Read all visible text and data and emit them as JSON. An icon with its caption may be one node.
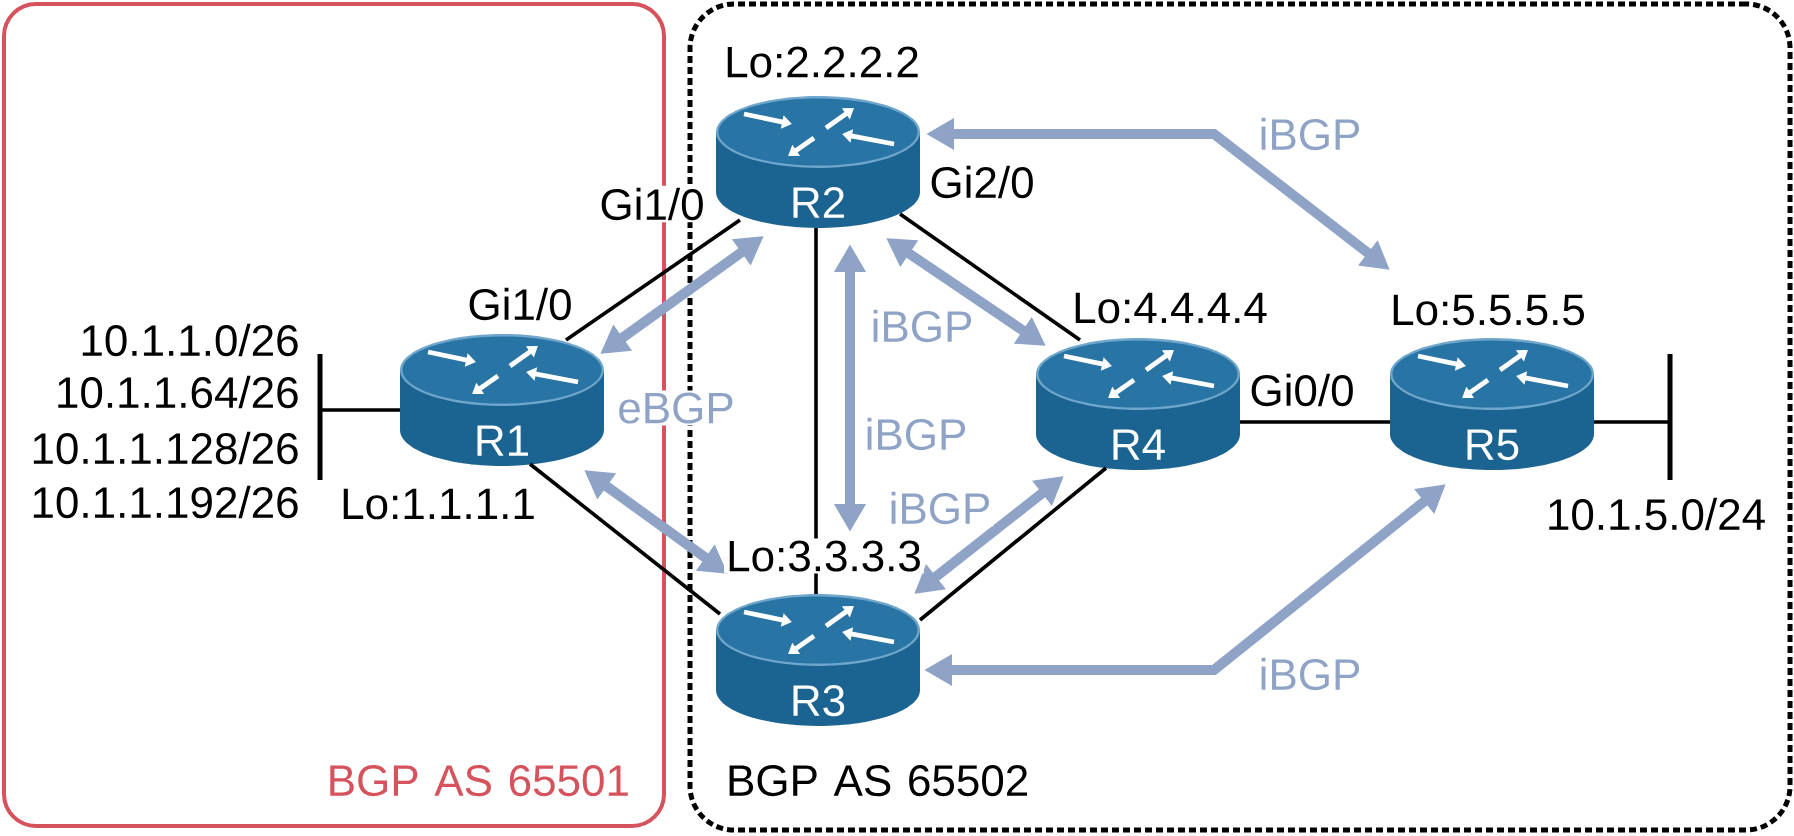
{
  "diagram": {
    "nodes": [
      {
        "text": [
          "BGP AS 65501"
        ]
      },
      {
        "text": [],
        "shape": "bar",
        "in": 0,
        "beside": [
          "10.1.1.0/26",
          "10.1.1.64/26",
          "10.1.1.128/26",
          "10.1.1.192/26"
        ]
      },
      {
        "text": [
          "R1"
        ],
        "in": 0,
        "beside": [
          "Gi1/0",
          "Lo:1.1.1.1"
        ]
      },
      {
        "text": [
          "BGP AS 65502"
        ]
      },
      {
        "text": [
          "R2"
        ],
        "in": 3,
        "beside": [
          "Lo:2.2.2.2",
          "Gi1/0",
          "Gi2/0"
        ]
      },
      {
        "text": [
          "R3"
        ],
        "in": 3,
        "beside": [
          "Lo:3.3.3.3"
        ]
      },
      {
        "text": [
          "R4"
        ],
        "in": 3,
        "beside": [
          "Lo:4.4.4.4",
          "Gi0/0"
        ]
      },
      {
        "text": [
          "R5"
        ],
        "in": 3,
        "beside": [
          "Lo:5.5.5.5"
        ]
      },
      {
        "text": [],
        "shape": "bar",
        "in": 3,
        "beside": [
          "10.1.5.0/24"
        ]
      }
    ],
    "edges": [
      {
        "from": 2,
        "to": 1,
        "arrow": "none"
      },
      {
        "from": 2,
        "to": 4,
        "arrow": "none"
      },
      {
        "from": 2,
        "to": 5,
        "arrow": "none"
      },
      {
        "from": 4,
        "to": 5,
        "arrow": "none"
      },
      {
        "from": 4,
        "to": 6,
        "arrow": "none"
      },
      {
        "from": 5,
        "to": 6,
        "arrow": "none"
      },
      {
        "from": 6,
        "to": 7,
        "arrow": "none"
      },
      {
        "from": 7,
        "to": 8,
        "arrow": "none"
      },
      {
        "from": 2,
        "to": 4,
        "arrow": "both",
        "style": "thick",
        "color": "#8ea3c6"
      },
      {
        "from": 2,
        "to": 5,
        "arrow": "both",
        "style": "thick",
        "color": "#8ea3c6"
      },
      {
        "from": 4,
        "to": 5,
        "arrow": "both",
        "style": "thick",
        "color": "#8ea3c6",
        "label": "iBGP"
      },
      {
        "from": 4,
        "to": 6,
        "arrow": "both",
        "style": "thick",
        "color": "#8ea3c6",
        "label": "iBGP"
      },
      {
        "from": 5,
        "to": 6,
        "arrow": "both",
        "style": "thick",
        "color": "#8ea3c6",
        "label": "iBGP"
      },
      {
        "from": 4,
        "to": 7,
        "arrow": "both",
        "style": "thick",
        "color": "#8ea3c6",
        "label": "iBGP"
      },
      {
        "from": 5,
        "to": 7,
        "arrow": "both",
        "style": "thick",
        "color": "#8ea3c6",
        "label": "iBGP"
      }
    ],
    "labels": [
      "eBGP"
    ]
  }
}
